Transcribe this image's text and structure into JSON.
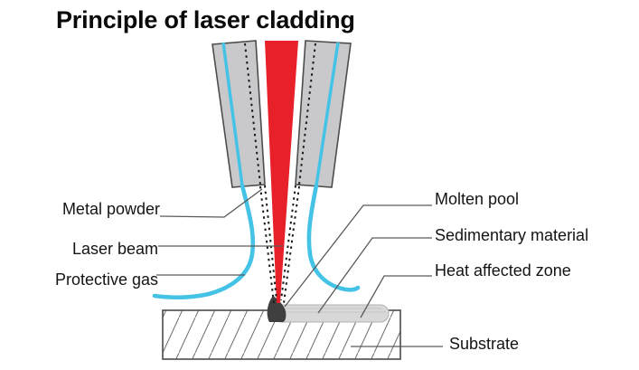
{
  "title": "Principle of laser cladding",
  "labels": {
    "metal_powder": "Metal powder",
    "laser_beam": "Laser beam",
    "protective_gas": "Protective gas",
    "molten_pool": "Molten pool",
    "sedimentary_material": "Sedimentary material",
    "heat_affected_zone": "Heat affected zone",
    "substrate": "Substrate"
  },
  "colors": {
    "laser_beam": "#e8202a",
    "powder_gas_stream": "#45c3e6",
    "nozzle_fill": "#c9c9cb",
    "nozzle_border": "#4d4d4d",
    "molten_pool": "#3f3f3f",
    "deposit_fill": "#d8d8d8",
    "leader_line": "#5a5a5a"
  }
}
